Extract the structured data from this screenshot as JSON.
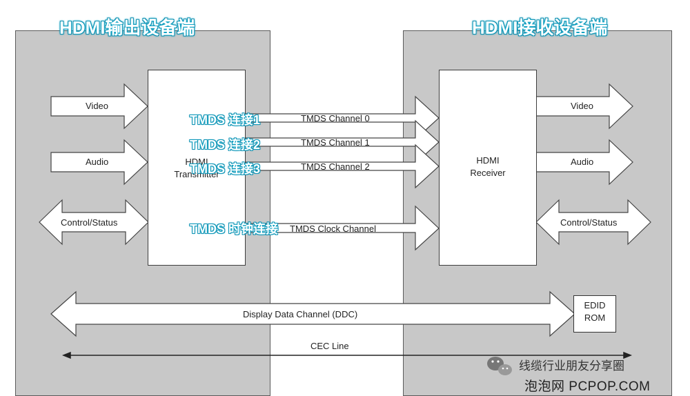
{
  "titles": {
    "source": "HDMI输出设备端",
    "sink": "HDMI接收设备端"
  },
  "left_ports": {
    "video": "Video",
    "audio": "Audio",
    "control": "Control/Status"
  },
  "right_ports": {
    "video": "Video",
    "audio": "Audio",
    "control": "Control/Status"
  },
  "transmitter": {
    "line1": "HDMI",
    "line2": "Transmitter"
  },
  "receiver": {
    "line1": "HDMI",
    "line2": "Receiver"
  },
  "channels": {
    "ch0": "TMDS Channel 0",
    "ch1": "TMDS Channel 1",
    "ch2": "TMDS Channel 2",
    "clock": "TMDS Clock Channel"
  },
  "annotations": {
    "ch0": "TMDS 连接1",
    "ch1": "TMDS 连接2",
    "ch2": "TMDS 连接3",
    "clock": "TMDS 时钟连接"
  },
  "ddc": "Display Data Channel (DDC)",
  "edid": {
    "line1": "EDID",
    "line2": "ROM"
  },
  "cec": "CEC Line",
  "watermark": {
    "text": "线缆行业朋友分享圈",
    "site": "泡泡网 PCPOP.COM"
  }
}
